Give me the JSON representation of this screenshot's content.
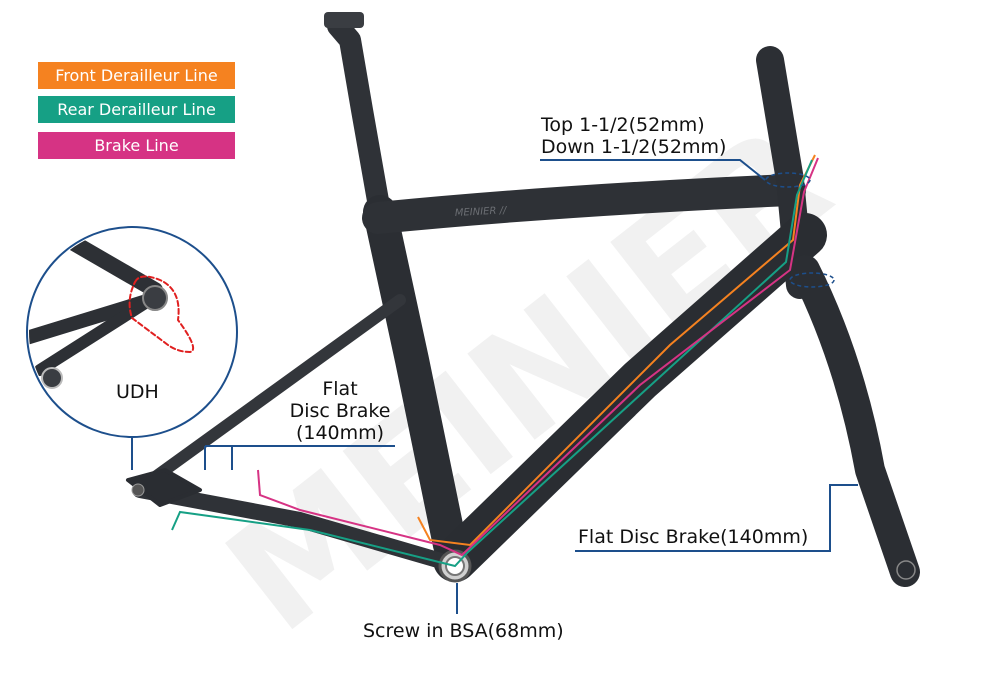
{
  "legend": [
    {
      "label": "Front Derailleur Line",
      "color": "#f58220"
    },
    {
      "label": "Rear Derailleur Line",
      "color": "#16a085"
    },
    {
      "label": "Brake Line",
      "color": "#d63384"
    }
  ],
  "watermark": "MEINIER",
  "downtube_logo": "MEINIER",
  "callouts": {
    "headset_top": "Top 1-1/2(52mm)",
    "headset_down": "Down 1-1/2(52mm)",
    "rear_brake_line1": "Flat",
    "rear_brake_line2": "Disc Brake",
    "rear_brake_line3": "(140mm)",
    "front_brake": "Flat Disc Brake(140mm)",
    "bottom_bracket": "Screw in BSA(68mm)",
    "udh": "UDH"
  },
  "colors": {
    "frame": "#2b2e33",
    "callout_line": "#1d4f8c",
    "udh_highlight": "#e02020"
  }
}
